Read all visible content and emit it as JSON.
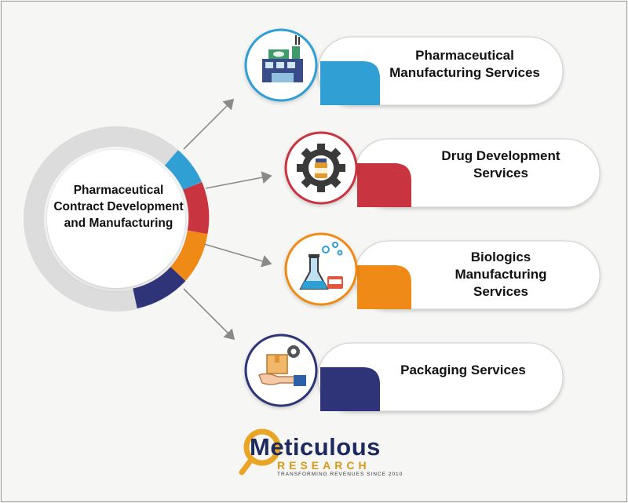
{
  "hub": {
    "label": "Pharmaceutical Contract Development and Manufacturing"
  },
  "services": [
    {
      "label": "Pharmaceutical Manufacturing Services",
      "color": "#2f9fd4",
      "icon": "factory-icon"
    },
    {
      "label": "Drug Development Services",
      "color": "#c8343f",
      "icon": "gear-vial-icon"
    },
    {
      "label": "Biologics Manufacturing Services",
      "color": "#f08a16",
      "icon": "lab-flask-icon"
    },
    {
      "label": "Packaging Services",
      "color": "#2e3477",
      "icon": "hand-box-icon"
    }
  ],
  "logo": {
    "name": "Meticulous",
    "sub": "RESEARCH",
    "tagline": "TRANSFORMING REVENUES SINCE 2010"
  }
}
